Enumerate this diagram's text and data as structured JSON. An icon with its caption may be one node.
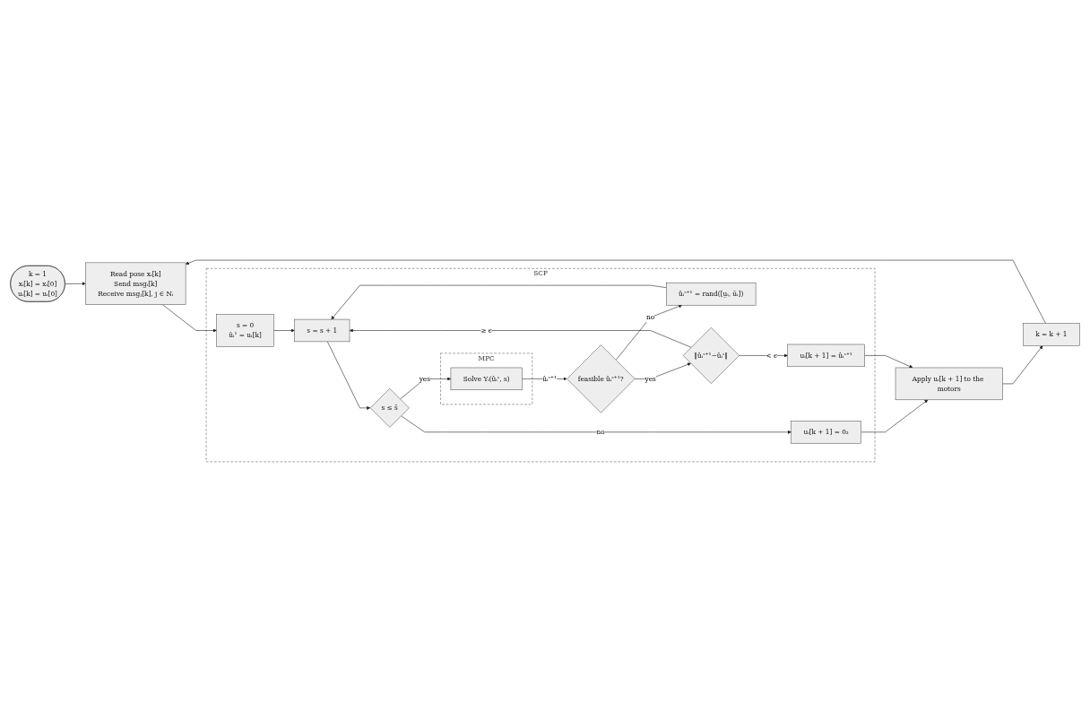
{
  "diagram": {
    "nodes": [
      {
        "text": [
          "k = 1",
          "xᵢ[k] = xᵢ[0]",
          "uᵢ[k] = uᵢ[0]"
        ]
      },
      {
        "text": [
          "Read pose xᵢ[k]",
          "Send msgᵢ[k]",
          "Receive msgⱼ[k], j ∈ Nᵢ"
        ]
      },
      {
        "text": [
          "SCP"
        ]
      },
      {
        "text": [
          "s = 0",
          "ûᵢ¹ = uᵢ[k]"
        ],
        "in": 2
      },
      {
        "text": [
          "ûᵢˢ⁺¹ = rand([u̲ᵢ, ūᵢ])"
        ],
        "in": 2
      },
      {
        "text": [
          "s = s + 1"
        ],
        "in": 2
      },
      {
        "text": [
          "s ≤ s̄"
        ],
        "in": 2
      },
      {
        "text": [
          "MPC"
        ],
        "in": 2
      },
      {
        "text": [
          "Solve Υᵢ(ûᵢˢ, s)"
        ],
        "in": 7
      },
      {
        "text": [
          "feasible ûᵢˢ⁺¹?"
        ],
        "in": 2
      },
      {
        "text": [
          "‖ûᵢˢ⁺¹−ûᵢˢ‖"
        ],
        "in": 2
      },
      {
        "text": [
          "uᵢ[k + 1] = 0₂"
        ],
        "in": 2
      },
      {
        "text": [
          "uᵢ[k + 1] = ûᵢˢ⁺¹"
        ],
        "in": 2
      },
      {
        "text": [
          "Apply uᵢ[k + 1] to the motors"
        ]
      },
      {
        "text": [
          "k = k + 1"
        ]
      }
    ],
    "edges": [
      {
        "from": 0,
        "to": 1,
        "arrow": "to"
      },
      {
        "from": 1,
        "to": 3,
        "arrow": "to"
      },
      {
        "from": 3,
        "to": 5,
        "arrow": "to"
      },
      {
        "from": 4,
        "to": 5,
        "arrow": "to"
      },
      {
        "from": 5,
        "to": 6,
        "arrow": "to"
      },
      {
        "from": 6,
        "to": 8,
        "arrow": "to",
        "label": "yes"
      },
      {
        "from": 6,
        "to": 11,
        "arrow": "to",
        "label": "no"
      },
      {
        "from": 8,
        "to": 9,
        "arrow": "to",
        "label": "ûᵢˢ⁺¹"
      },
      {
        "from": 9,
        "to": 4,
        "arrow": "to",
        "label": "no"
      },
      {
        "from": 9,
        "to": 10,
        "arrow": "to",
        "label": "yes"
      },
      {
        "from": 10,
        "to": 5,
        "arrow": "to",
        "label": "≥ ϵ"
      },
      {
        "from": 10,
        "to": 12,
        "arrow": "to",
        "label": "< ϵ"
      },
      {
        "from": 11,
        "to": 13,
        "arrow": "to"
      },
      {
        "from": 12,
        "to": 13,
        "arrow": "to"
      },
      {
        "from": 13,
        "to": 14,
        "arrow": "to"
      },
      {
        "from": 14,
        "to": 1,
        "arrow": "to"
      }
    ]
  }
}
